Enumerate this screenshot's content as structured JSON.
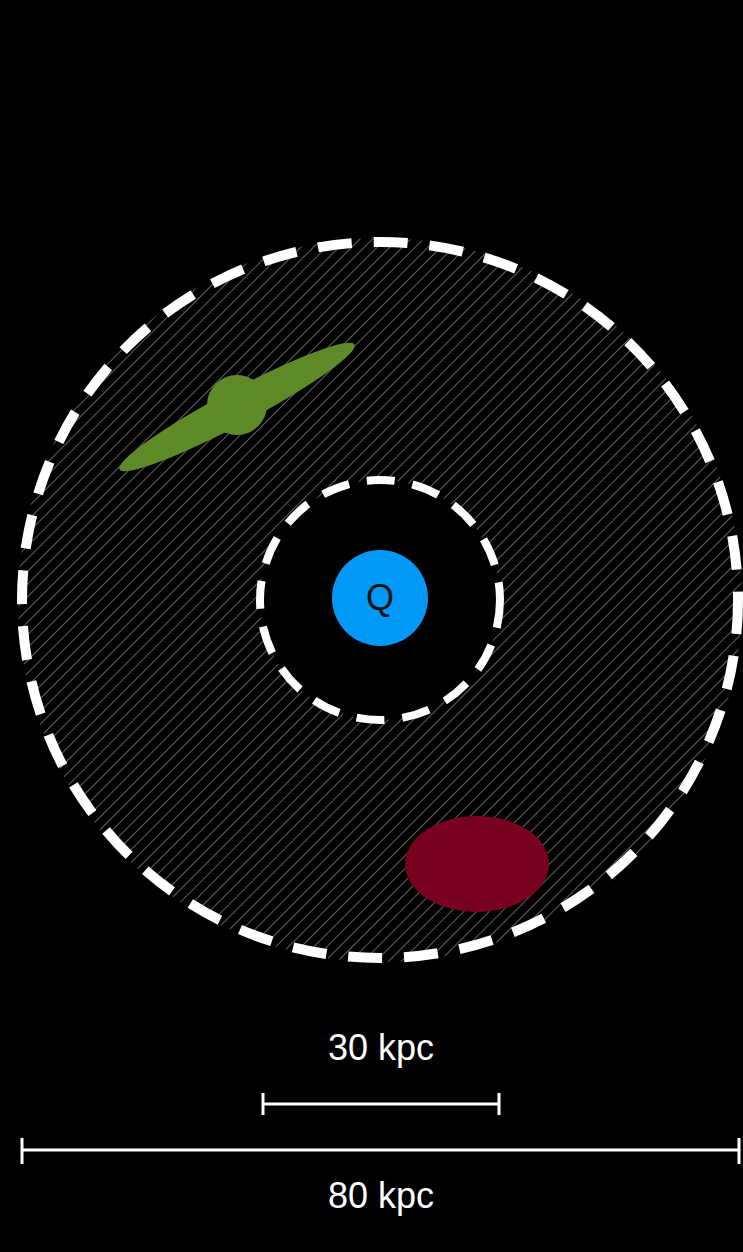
{
  "diagram": {
    "nodes": [
      {
        "text": [
          "Q"
        ]
      }
    ],
    "labels": [
      "30 kpc",
      "80 kpc"
    ]
  }
}
